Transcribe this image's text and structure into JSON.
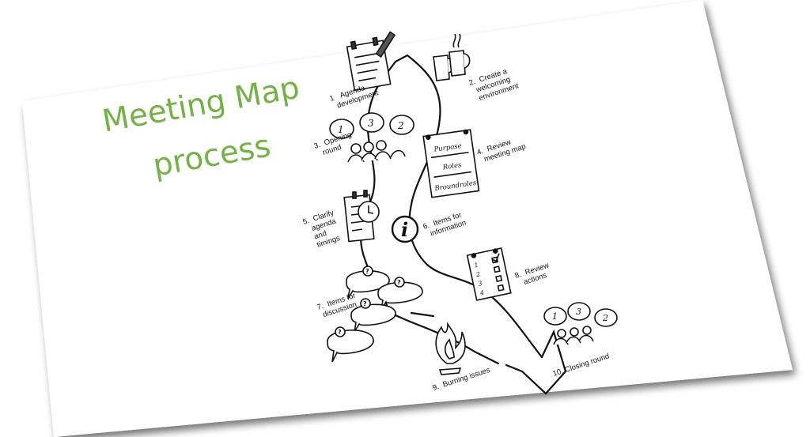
{
  "title": {
    "line1": "Meeting Map",
    "line2": "process"
  },
  "title_color": "#72b344",
  "steps": [
    {
      "number": "1",
      "label_lines": [
        "Agenda",
        "development"
      ],
      "icon": "notepad-pen-icon"
    },
    {
      "number": "2.",
      "label_lines": [
        "Create a",
        "welcoming",
        "environment"
      ],
      "icon": "coffee-cups-icon"
    },
    {
      "number": "3.",
      "label_lines": [
        "Opening",
        "round"
      ],
      "icon": "speech-circle-icon"
    },
    {
      "number": "4.",
      "label_lines": [
        "Review",
        "meeting map"
      ],
      "icon": "meeting-map-sheet-icon"
    },
    {
      "number": "5.",
      "label_lines": [
        "Clarify",
        "agenda",
        "and",
        "timings"
      ],
      "icon": "agenda-clock-icon"
    },
    {
      "number": "6.",
      "label_lines": [
        "Items for",
        "information"
      ],
      "icon": "info-icon"
    },
    {
      "number": "7.",
      "label_lines": [
        "Items for",
        "discussion"
      ],
      "icon": "question-bubbles-icon"
    },
    {
      "number": "8.",
      "label_lines": [
        "Review",
        "actions"
      ],
      "icon": "checklist-icon"
    },
    {
      "number": "9.",
      "label_lines": [
        "Burning issues"
      ],
      "icon": "flame-icon"
    },
    {
      "number": "10.",
      "label_lines": [
        "Closing round"
      ],
      "icon": "speech-circle-icon"
    }
  ],
  "sheet_lines": [
    "Purpose",
    "Roles",
    "Broundroles"
  ],
  "bubble_numbers": [
    "1",
    "3",
    "2"
  ],
  "checklist_numbers": [
    "1",
    "2",
    "3",
    "4"
  ],
  "question_mark": "?",
  "info_glyph": "i"
}
